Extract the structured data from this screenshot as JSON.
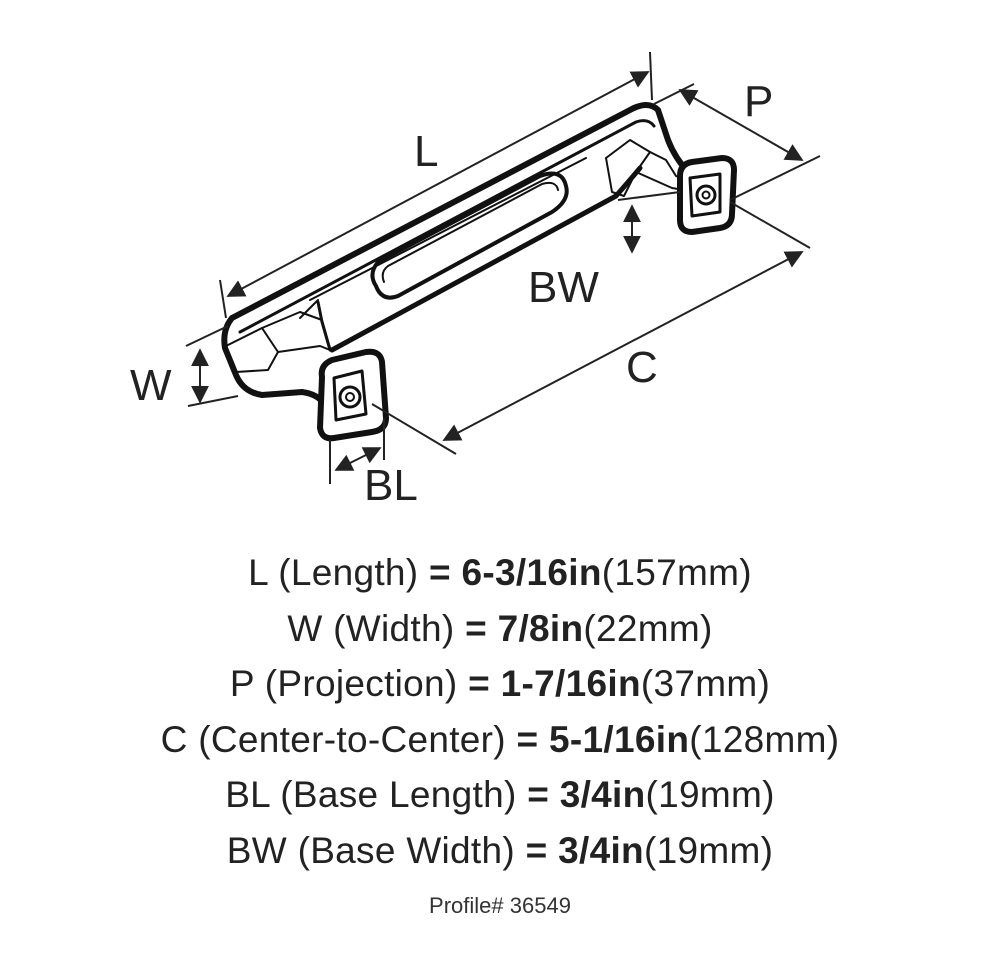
{
  "diagram": {
    "labels": {
      "L": "L",
      "P": "P",
      "W": "W",
      "BW": "BW",
      "C": "C",
      "BL": "BL"
    }
  },
  "specs": [
    {
      "key": "L",
      "name": "(Length)",
      "eq": "=",
      "value": "6-3/16in",
      "metric": "(157mm)"
    },
    {
      "key": "W",
      "name": "(Width)",
      "eq": "=",
      "value": "7/8in",
      "metric": "(22mm)"
    },
    {
      "key": "P",
      "name": "(Projection)",
      "eq": "=",
      "value": "1-7/16in",
      "metric": "(37mm)"
    },
    {
      "key": "C",
      "name": "(Center-to-Center)",
      "eq": "=",
      "value": "5-1/16in",
      "metric": "(128mm)"
    },
    {
      "key": "BL",
      "name": "(Base Length)",
      "eq": "=",
      "value": "3/4in",
      "metric": "(19mm)"
    },
    {
      "key": "BW",
      "name": "(Base Width)",
      "eq": "=",
      "value": "3/4in",
      "metric": "(19mm)"
    }
  ],
  "profile": "Profile# 36549",
  "colors": {
    "ink": "#222222",
    "background": "#ffffff"
  }
}
